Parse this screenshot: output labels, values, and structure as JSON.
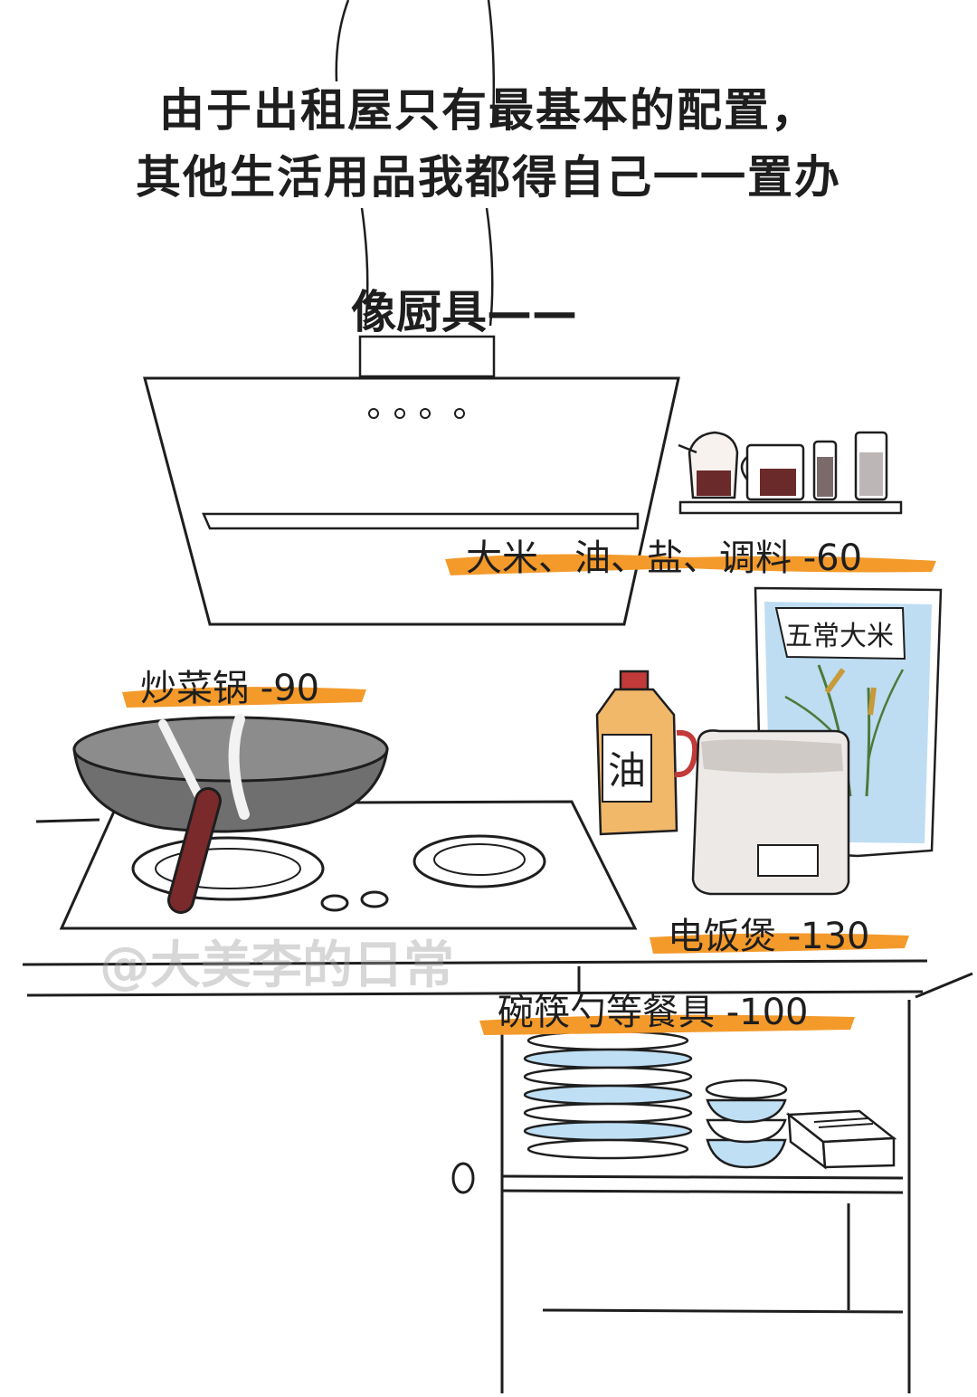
{
  "headline": {
    "line1": "由于出租屋只有最基本的配置，",
    "line2": "其他生活用品我都得自己一一置办"
  },
  "subheading": "像厨具——",
  "items": [
    {
      "label": "大米、油、盐、调料",
      "price": "-60"
    },
    {
      "label": "炒菜锅",
      "price": "-90"
    },
    {
      "label": "电饭煲",
      "price": "-130"
    },
    {
      "label": "碗筷勺等餐具",
      "price": "-100"
    }
  ],
  "rice_bag_label": "五常大米",
  "oil_label": "油",
  "watermark": "@大美李的日常",
  "colors": {
    "highlight": "#F39A2B",
    "ink": "#1e1e1e",
    "blue": "#9FCDEB",
    "wok_handle": "#7A2A2A",
    "oil": "#F1B86A"
  }
}
